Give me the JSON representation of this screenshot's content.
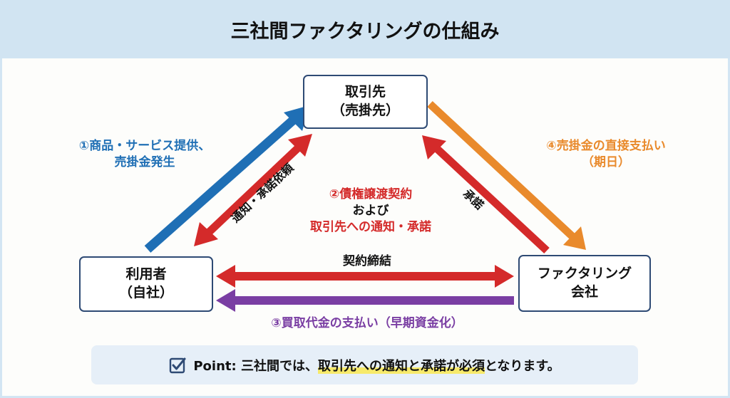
{
  "title": "三社間ファクタリングの仕組み",
  "nodes": {
    "client": {
      "line1": "取引先",
      "line2": "（売掛先）"
    },
    "user": {
      "line1": "利用者",
      "line2": "（自社）"
    },
    "factoring": {
      "line1": "ファクタリング",
      "line2": "会社"
    }
  },
  "flows": {
    "step1": {
      "line1": "①商品・サービス提供、",
      "line2": "売掛金発生",
      "color": "#1f6fb5"
    },
    "notify_request": {
      "label": "通知・承諾依頼",
      "color": "#d42a2a"
    },
    "step2": {
      "line1": "②債権譲渡契約",
      "line2": "および",
      "line3": "取引先への通知・承諾",
      "color": "#d42a2a"
    },
    "approval": {
      "label": "承諾",
      "color": "#d42a2a"
    },
    "step4": {
      "line1": "④売掛金の直接支払い",
      "line2": "（期日）",
      "color": "#e98a2c"
    },
    "contract": {
      "label": "契約締結",
      "color": "#d42a2a"
    },
    "step3": {
      "label": "③買取代金の支払い（早期資金化）",
      "color": "#7a3ea3"
    }
  },
  "point": {
    "icon": "checkbox-checked-icon",
    "prefix": "Point: 三社間では、",
    "highlight": "取引先への通知と承諾が必須",
    "suffix": "となります。"
  },
  "colors": {
    "header_bg": "#d1e4f2",
    "node_border": "#2e4a74",
    "blue": "#1f6fb5",
    "red": "#d42a2a",
    "orange": "#e98a2c",
    "purple": "#7a3ea3",
    "highlight": "#f7ea6b"
  }
}
